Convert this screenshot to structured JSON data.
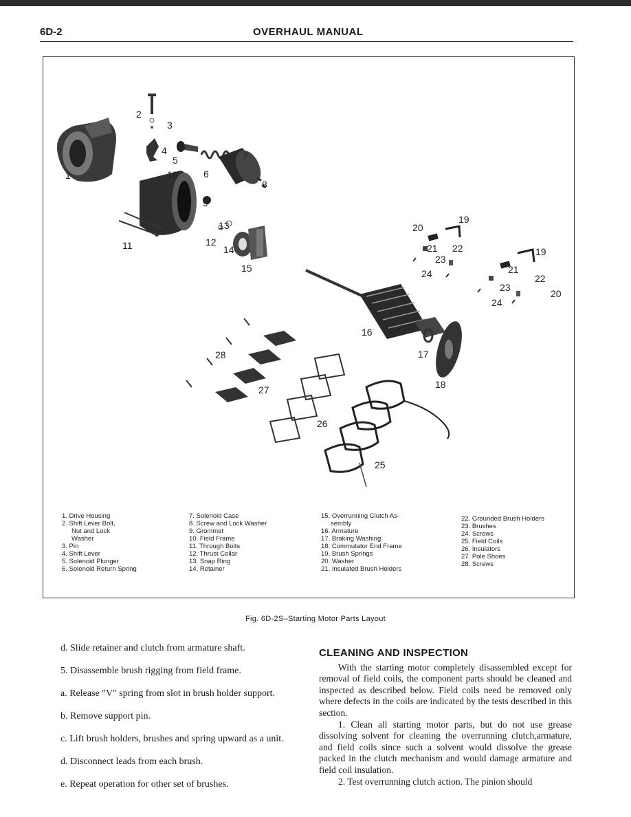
{
  "header": {
    "page_number": "6D-2",
    "title": "OVERHAUL MANUAL"
  },
  "figure": {
    "callouts": [
      "1",
      "2",
      "3",
      "4",
      "5",
      "6",
      "7",
      "8",
      "9",
      "10",
      "11",
      "12",
      "13",
      "14",
      "15",
      "16",
      "17",
      "18",
      "19",
      "20",
      "21",
      "22",
      "23",
      "24",
      "25",
      "26",
      "27",
      "28"
    ],
    "legend": {
      "col1": [
        "1. Drive Housing",
        "2. Shift Lever Bolt,",
        "Nut and Lock",
        "Washer",
        "3. Pin",
        "4. Shift Lever",
        "5. Solenoid Plunger",
        "6. Solenoid Return Spring"
      ],
      "col2": [
        "7. Solenoid Case",
        "8. Screw and Lock Washer",
        "9. Grommet",
        "10. Field Frame",
        "11. Through Bolts",
        "12. Thrust Collar",
        "13. Snap Ring",
        "14. Retainer"
      ],
      "col3": [
        "15. Overrunning Clutch As-",
        "sembly",
        "16. Armature",
        "17. Braking Washing",
        "18. Commutator End Frame",
        "19. Brush Springs",
        "20. Washer",
        "21. Insulated Brush Holders"
      ],
      "col4": [
        "22. Grounded Brush Holders",
        "23. Brushes",
        "24. Screws",
        "25. Field Coils",
        "26. Insulators",
        "27. Pole Shoes",
        "28. Screws"
      ]
    },
    "caption": "Fig. 6D-2S–Starting Motor Parts Layout"
  },
  "left_column": [
    "d. Slide retainer and clutch from armature shaft.",
    "5. Disassemble brush rigging from field frame.",
    "a. Release \"V\" spring from slot in brush holder support.",
    "b. Remove support pin.",
    "c. Lift brush holders, brushes and spring upward as a unit.",
    "d. Disconnect leads from each brush.",
    "e. Repeat operation for other set of brushes."
  ],
  "right_column": {
    "heading": "CLEANING AND INSPECTION",
    "paragraphs": [
      "With the starting motor completely disassembled except for removal of field coils, the component parts should be cleaned and inspected as described below. Field coils need be removed only where defects in the coils are indicated by the tests described in this section.",
      "1. Clean all starting motor parts, but do not use grease dissolving solvent for cleaning the overrunning clutch,armature, and field coils since such a solvent would dissolve the grease packed in the clutch mechanism and would damage armature and field coil insulation.",
      "2. Test overrunning clutch action. The pinion should"
    ]
  }
}
